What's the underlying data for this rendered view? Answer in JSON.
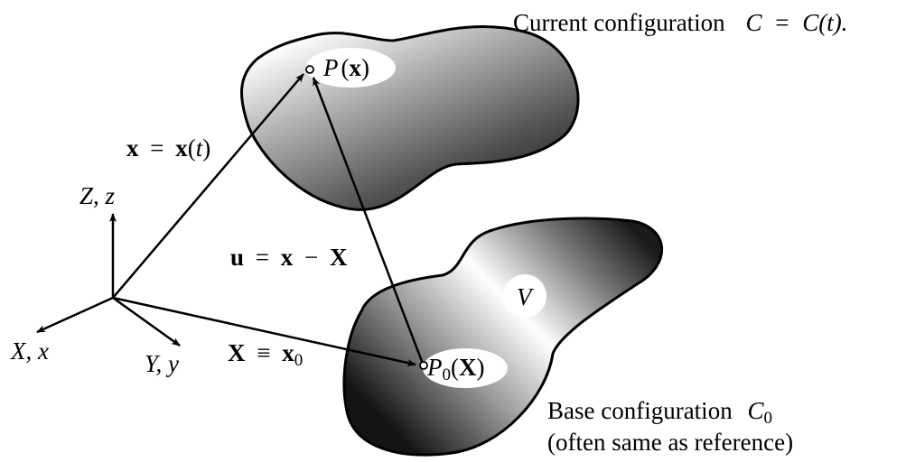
{
  "labels": {
    "current_config_prefix": "Current configuration",
    "current_config_sym": "C",
    "current_config_eq": "=",
    "current_config_rhs_sym": "C",
    "current_config_rhs_arg": "(t).",
    "base_config_prefix": "Base configuration",
    "base_config_sym": "C",
    "base_config_sub": "0",
    "base_config_note": "(often same as reference)",
    "point_current_sym": "P",
    "point_current_arg_open": "(",
    "point_current_arg": "x",
    "point_current_arg_close": ")",
    "point_base_sym": "P",
    "point_base_sub": "0",
    "point_base_arg_open": "(",
    "point_base_arg": "X",
    "point_base_arg_close": ")",
    "volume": "V",
    "pos_vec_lhs": "x",
    "pos_vec_eq": "=",
    "pos_vec_rhs": "x",
    "pos_vec_arg_open": "(",
    "pos_vec_arg": "t",
    "pos_vec_arg_close": ")",
    "disp_lhs": "u",
    "disp_eq": "=",
    "disp_a": "x",
    "disp_minus": "−",
    "disp_b": "X",
    "ref_vec_lhs": "X",
    "ref_vec_eq": "≡",
    "ref_vec_rhs": "x",
    "ref_vec_sub": "0",
    "axis_z": "Z, z",
    "axis_x": "X, x",
    "axis_y": "Y, y"
  },
  "colors": {
    "body_dark": "#1e1e1e",
    "body_light": "#ffffff",
    "stroke": "#000000",
    "text": "#000000"
  }
}
